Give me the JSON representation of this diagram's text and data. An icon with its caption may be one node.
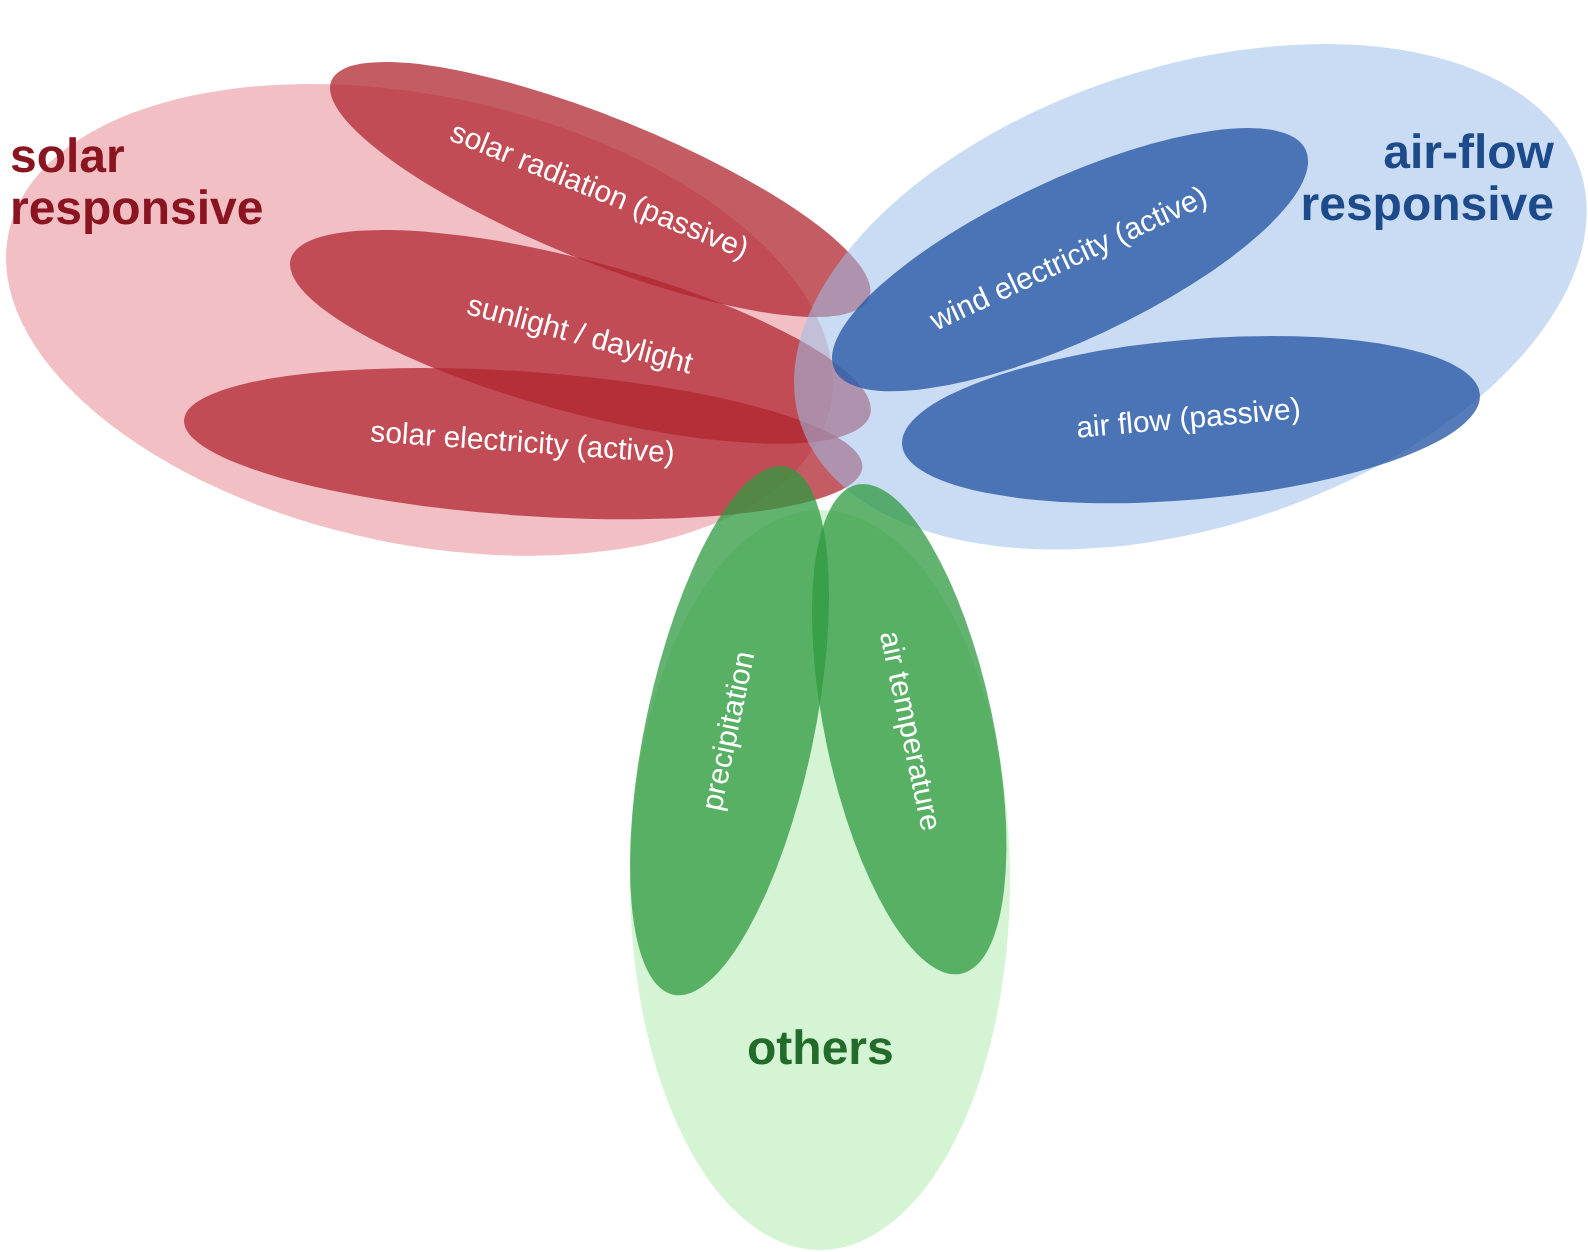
{
  "diagram": {
    "nodes": [
      {
        "text": [
          "solar responsive"
        ]
      },
      {
        "text": [
          "solar radiation (passive)"
        ],
        "in": 0
      },
      {
        "text": [
          "sunlight / daylight"
        ],
        "in": 0
      },
      {
        "text": [
          "solar electricity (active)"
        ],
        "in": 0
      },
      {
        "text": [
          "air-flow responsive"
        ]
      },
      {
        "text": [
          "wind electricity (active)"
        ],
        "in": 4
      },
      {
        "text": [
          "air flow (passive)"
        ],
        "in": 4
      },
      {
        "text": [
          "others"
        ]
      },
      {
        "text": [
          "precipitation"
        ],
        "in": 7
      },
      {
        "text": [
          "air temperature"
        ],
        "in": 7
      }
    ]
  }
}
